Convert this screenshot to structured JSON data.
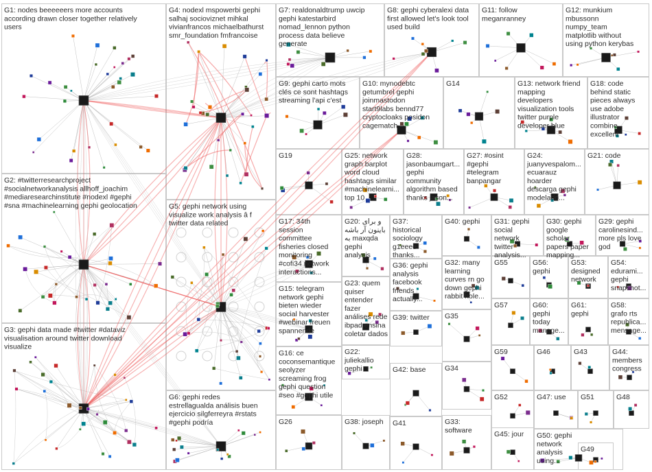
{
  "groups": [
    {
      "id": "G1",
      "lines": [
        "G1: nodes beeeeeers more accounts",
        "according drawn closer together relatively",
        "users"
      ]
    },
    {
      "id": "G2",
      "lines": [
        "G2: #twitterresearchproject",
        "#socialnetworkanalysis allhoff_joachim",
        "#mediaresearchinstitute #nodexl #gephi",
        "#sna #machinelearning gephi geolocation"
      ]
    },
    {
      "id": "G3",
      "lines": [
        "G3: gephi data made #twitter #dataviz",
        "visualisation around twitter download",
        "visualize"
      ]
    },
    {
      "id": "G4",
      "lines": [
        "G4: nodexl mspowerbi gephi",
        "salhaj socioviznet mihkal",
        "vivianfrancos michaelbathurst",
        "smr_foundation fmfrancoise"
      ]
    },
    {
      "id": "G5",
      "lines": [
        "G5: gephi network using",
        "visualize work analysis â f",
        "twitter data related"
      ]
    },
    {
      "id": "G6",
      "lines": [
        "G6: gephi redes",
        "estrellagualda análisis buen",
        "ejercicio silgferreyra #rstats",
        "#gephi podría"
      ]
    },
    {
      "id": "G7",
      "lines": [
        "G7: realdonaldtrump uwcip",
        "gephi katestarbird",
        "nomad_lennon python",
        "process data believe",
        "generate"
      ]
    },
    {
      "id": "G8",
      "lines": [
        "G8: gephi cyberalexi data",
        "first allowed let's look tool",
        "used build"
      ]
    },
    {
      "id": "G11",
      "lines": [
        "G11: follow",
        "meganranney"
      ]
    },
    {
      "id": "G12",
      "lines": [
        "G12: munkium",
        "mbussonn",
        "numpy_team",
        "matplotlib without",
        "using python kerybas"
      ]
    },
    {
      "id": "G9",
      "lines": [
        "G9: gephi carto mots",
        "clés ce sont hashtags",
        "streaming l'api c'est"
      ]
    },
    {
      "id": "G10",
      "lines": [
        "G10: mynodebtc",
        "getumbrel gephi",
        "joinmastodon",
        "start9labs bennd77",
        "cryptocloaks posidon",
        "cagematch"
      ]
    },
    {
      "id": "G14",
      "lines": [
        "G14"
      ]
    },
    {
      "id": "G13",
      "lines": [
        "G13: network friend",
        "mapping",
        "developers",
        "visualization tools",
        "twitter purple",
        "developer blue"
      ]
    },
    {
      "id": "G18",
      "lines": [
        "G18: code",
        "behind static",
        "pieces always",
        "use adobe",
        "illustrator",
        "combine",
        "excellent"
      ]
    },
    {
      "id": "G19",
      "lines": [
        "G19"
      ]
    },
    {
      "id": "G25",
      "lines": [
        "G25: network",
        "graph barplot",
        "word cloud",
        "hashtags similar",
        "#machinelearni...",
        "top 10"
      ]
    },
    {
      "id": "G28",
      "lines": [
        "G28:",
        "jasonbaumgart...",
        "gephi",
        "community",
        "algorithm based",
        "thanks jason..."
      ]
    },
    {
      "id": "G27",
      "lines": [
        "G27: #osint",
        "#gephi",
        "#telegram",
        "banpangar"
      ]
    },
    {
      "id": "G24",
      "lines": [
        "G24:",
        "juanyvespalom...",
        "ecuarauz",
        "hoarder",
        "descarga gephi",
        "modelado..."
      ]
    },
    {
      "id": "G21",
      "lines": [
        "G21: code"
      ]
    },
    {
      "id": "G17",
      "lines": [
        "G17: 34th",
        "session",
        "committee",
        "fisheries closed",
        "monitoring",
        "#cofi34 network",
        "interactions..."
      ]
    },
    {
      "id": "G20",
      "lines": [
        "G20: و برای",
        "باینون آر باشه",
        "به maxqda",
        "gephi",
        "analysis"
      ]
    },
    {
      "id": "G37",
      "lines": [
        "G37:",
        "historical",
        "sociology",
        "g1eeee",
        "thanks..."
      ]
    },
    {
      "id": "G40",
      "lines": [
        "G40: gephi"
      ]
    },
    {
      "id": "G31",
      "lines": [
        "G31: gephi",
        "social",
        "network",
        "twitter",
        "analysis..."
      ]
    },
    {
      "id": "G30",
      "lines": [
        "G30: gephi",
        "google",
        "scholar",
        "papers paper",
        "mapping..."
      ]
    },
    {
      "id": "G29",
      "lines": [
        "G29: gephi",
        "carolinesind...",
        "more pls love",
        "god"
      ]
    },
    {
      "id": "G15",
      "lines": [
        "G15: telegram",
        "network gephi",
        "bieten wieder",
        "social harvester",
        "#webinar freuen",
        "spannende"
      ]
    },
    {
      "id": "G36",
      "lines": [
        "G36: gephi",
        "analysis",
        "facebook",
        "friends",
        "actually..."
      ]
    },
    {
      "id": "G32",
      "lines": [
        "G32: many",
        "learning",
        "curves rn go",
        "down gephi",
        "rabbit hole..."
      ]
    },
    {
      "id": "G55",
      "lines": [
        "G55"
      ]
    },
    {
      "id": "G56",
      "lines": [
        "G56:",
        "gephi"
      ]
    },
    {
      "id": "G53",
      "lines": [
        "G53:",
        "designed",
        "network"
      ]
    },
    {
      "id": "G54",
      "lines": [
        "G54:",
        "edurami...",
        "gephi",
        "snapshot..."
      ]
    },
    {
      "id": "G23",
      "lines": [
        "G23: quem",
        "quiser",
        "entender",
        "fazer",
        "análises rede",
        "ibpad ensina",
        "coletar dados"
      ]
    },
    {
      "id": "G57",
      "lines": [
        "G57"
      ]
    },
    {
      "id": "G60",
      "lines": [
        "G60:",
        "gephi",
        "today",
        "manage..."
      ]
    },
    {
      "id": "G61",
      "lines": [
        "G61:",
        "gephi"
      ]
    },
    {
      "id": "G58",
      "lines": [
        "G58:",
        "grafo rts",
        "republica...",
        "mensage..."
      ]
    },
    {
      "id": "G39",
      "lines": [
        "G39: twitter"
      ]
    },
    {
      "id": "G35",
      "lines": [
        "G35"
      ]
    },
    {
      "id": "G16",
      "lines": [
        "G16: ce",
        "coconsemantique",
        "seolyzer",
        "screaming frog",
        "gephi question",
        "#seo #gephi utile"
      ]
    },
    {
      "id": "G22",
      "lines": [
        "G22:",
        "juliekallio",
        "gephi"
      ]
    },
    {
      "id": "G59",
      "lines": [
        "G59"
      ]
    },
    {
      "id": "G46",
      "lines": [
        "G46"
      ]
    },
    {
      "id": "G43",
      "lines": [
        "G43"
      ]
    },
    {
      "id": "G44",
      "lines": [
        "G44:",
        "members",
        "congress"
      ]
    },
    {
      "id": "G42",
      "lines": [
        "G42: base"
      ]
    },
    {
      "id": "G34",
      "lines": [
        "G34"
      ]
    },
    {
      "id": "G52",
      "lines": [
        "G52"
      ]
    },
    {
      "id": "G47",
      "lines": [
        "G47: use"
      ]
    },
    {
      "id": "G51",
      "lines": [
        "G51"
      ]
    },
    {
      "id": "G48",
      "lines": [
        "G48"
      ]
    },
    {
      "id": "G26",
      "lines": [
        "G26"
      ]
    },
    {
      "id": "G38",
      "lines": [
        "G38: joseph"
      ]
    },
    {
      "id": "G41",
      "lines": [
        "G41"
      ]
    },
    {
      "id": "G33",
      "lines": [
        "G33:",
        "software"
      ]
    },
    {
      "id": "G45",
      "lines": [
        "G45: jour"
      ]
    },
    {
      "id": "G50",
      "lines": [
        "G50: gephi",
        "network",
        "analysis",
        "using..."
      ]
    },
    {
      "id": "G49",
      "lines": [
        "G49"
      ]
    }
  ]
}
